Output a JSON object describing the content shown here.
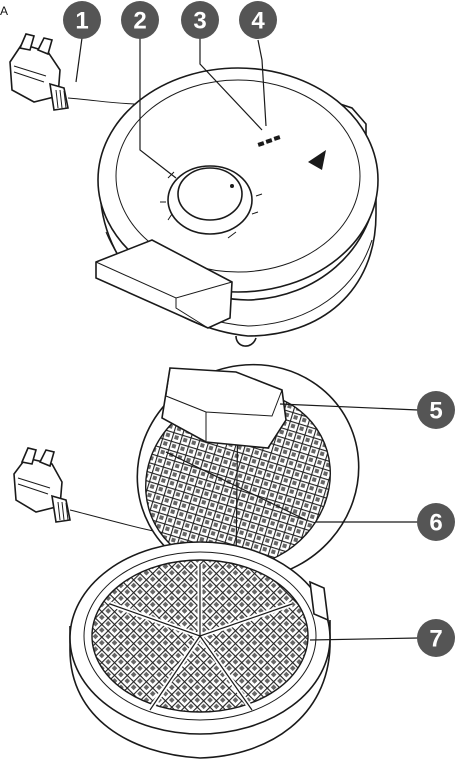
{
  "corner_label": "A",
  "callouts": [
    {
      "number": "1"
    },
    {
      "number": "2"
    },
    {
      "number": "3"
    },
    {
      "number": "4"
    },
    {
      "number": "5"
    },
    {
      "number": "6"
    },
    {
      "number": "7"
    }
  ],
  "colors": {
    "callout_fill": "#555555",
    "line": "#1a1a1a",
    "background": "#ffffff"
  }
}
